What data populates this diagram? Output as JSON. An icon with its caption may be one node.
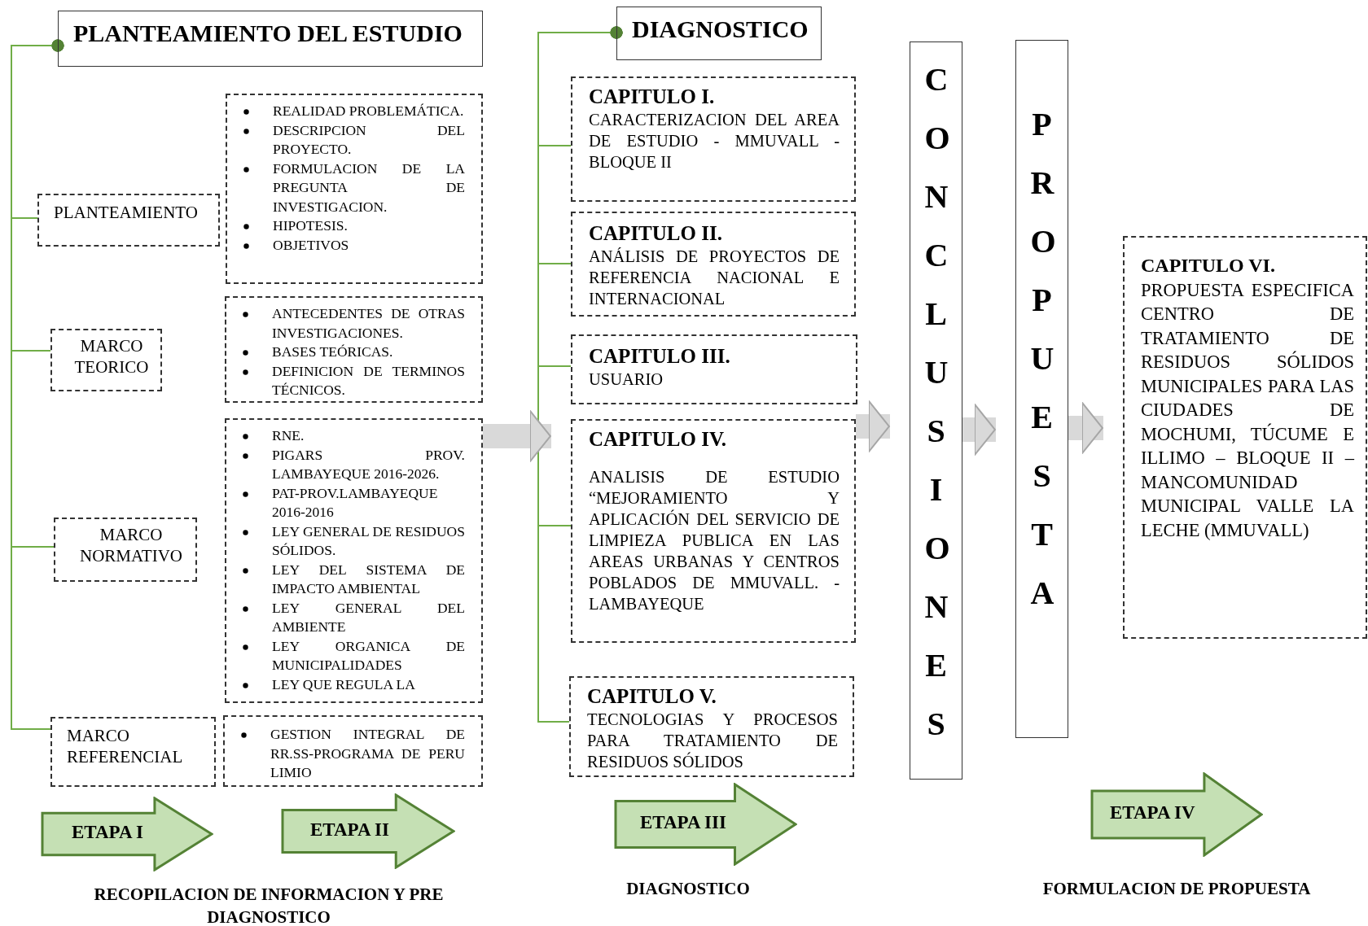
{
  "diagram": {
    "nodes": [
      {
        "text": [
          "PLANTEAMIENTO DEL ESTUDIO"
        ]
      },
      {
        "text": [
          "PLANTEAMIENTO"
        ]
      },
      {
        "text": [
          "REALIDAD PROBLEMÁTICA.",
          "DESCRIPCION DEL PROYECTO.",
          "FORMULACION DE LA PREGUNTA DE INVESTIGACION.",
          "HIPOTESIS.",
          "OBJETIVOS"
        ]
      },
      {
        "text": [
          "MARCO TEORICO"
        ]
      },
      {
        "text": [
          "ANTECEDENTES DE OTRAS INVESTIGACIONES.",
          "BASES TEÓRICAS.",
          "DEFINICION DE TERMINOS TÉCNICOS."
        ]
      },
      {
        "text": [
          "MARCO NORMATIVO"
        ]
      },
      {
        "text": [
          "RNE.",
          "PIGARS PROV. LAMBAYEQUE 2016-2026.",
          "PAT-PROV.LAMBAYEQUE 2016-2016",
          "LEY GENERAL DE RESIDUOS SÓLIDOS.",
          "LEY DEL SISTEMA DE IMPACTO AMBIENTAL",
          "LEY GENERAL DEL AMBIENTE",
          "LEY ORGANICA DE MUNICIPALIDADES",
          "LEY QUE REGULA LA"
        ]
      },
      {
        "text": [
          "MARCO REFERENCIAL"
        ]
      },
      {
        "text": [
          "GESTION INTEGRAL DE RR.SS-PROGRAMA DE PERU LIMIO"
        ]
      },
      {
        "text": [
          "DIAGNOSTICO"
        ]
      },
      {
        "text": [
          "CAPITULO I.",
          "CARACTERIZACION DEL AREA DE ESTUDIO - MMUVALL - BLOQUE II"
        ]
      },
      {
        "text": [
          "CAPITULO II.",
          "ANÁLISIS DE PROYECTOS DE REFERENCIA NACIONAL E INTERNACIONAL"
        ]
      },
      {
        "text": [
          "CAPITULO III.",
          "USUARIO"
        ]
      },
      {
        "text": [
          "CAPITULO IV.",
          "ANALISIS DE ESTUDIO “MEJORAMIENTO Y APLICACIÓN DEL SERVICIO DE LIMPIEZA PUBLICA EN LAS AREAS URBANAS Y CENTROS POBLADOS DE MMUVALL. - LAMBAYEQUE"
        ]
      },
      {
        "text": [
          "CAPITULO V.",
          "TECNOLOGIAS Y PROCESOS PARA TRATAMIENTO DE RESIDUOS SÓLIDOS"
        ]
      },
      {
        "text": [
          "CONCLUSIONES"
        ]
      },
      {
        "text": [
          "PROPUESTA"
        ]
      },
      {
        "text": [
          "CAPITULO VI.",
          "PROPUESTA ESPECIFICA CENTRO DE TRATAMIENTO DE RESIDUOS SÓLIDOS MUNICIPALES PARA LAS CIUDADES DE MOCHUMI, TÚCUME E ILLIMO – BLOQUE II – MANCOMUNIDAD MUNICIPAL VALLE LA LECHE (MMUVALL)"
        ]
      },
      {
        "text": [
          "ETAPA I"
        ]
      },
      {
        "text": [
          "ETAPA II"
        ]
      },
      {
        "text": [
          "ETAPA III"
        ]
      },
      {
        "text": [
          "ETAPA IV"
        ]
      }
    ],
    "edges": [
      {
        "from": 0,
        "to": 1,
        "arrow": "other"
      },
      {
        "from": 0,
        "to": 3,
        "arrow": "other"
      },
      {
        "from": 0,
        "to": 5,
        "arrow": "other"
      },
      {
        "from": 0,
        "to": 7,
        "arrow": "other"
      },
      {
        "from": 9,
        "to": 10,
        "arrow": "other"
      },
      {
        "from": 9,
        "to": 11,
        "arrow": "other"
      },
      {
        "from": 9,
        "to": 12,
        "arrow": "other"
      },
      {
        "from": 9,
        "to": 13,
        "arrow": "other"
      },
      {
        "from": 9,
        "to": 14,
        "arrow": "other"
      },
      {
        "from": 6,
        "to": 13,
        "arrow": "to",
        "style": "thick",
        "color": "#d9d9d9"
      },
      {
        "from": 13,
        "to": 15,
        "arrow": "to",
        "style": "thick",
        "color": "#d9d9d9"
      },
      {
        "from": 15,
        "to": 16,
        "arrow": "to",
        "style": "thick",
        "color": "#d9d9d9"
      },
      {
        "from": 16,
        "to": 17,
        "arrow": "to",
        "style": "thick",
        "color": "#d9d9d9"
      }
    ],
    "labels": [
      "RECOPILACION DE INFORMACION Y PRE DIAGNOSTICO",
      "DIAGNOSTICO",
      "FORMULACION DE PROPUESTA"
    ]
  }
}
